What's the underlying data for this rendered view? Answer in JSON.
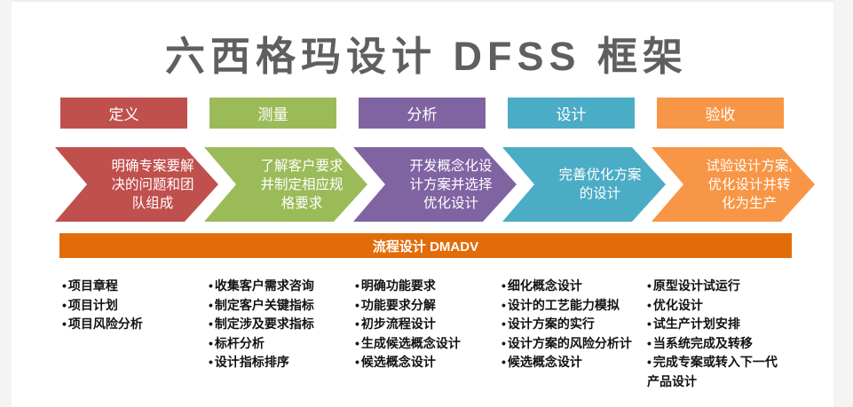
{
  "title": "六西格玛设计 DFSS 框架",
  "banner": {
    "label": "流程设计 DMADV",
    "color": "#e36c0a"
  },
  "colors": {
    "background": "#ffffff",
    "side_margin": "#f4f4f4",
    "title_text": "#5f5f5f",
    "task_text": "#121212"
  },
  "phases": [
    {
      "id": "define",
      "label": "定义",
      "color": "#c0504d",
      "arrow_lines": [
        "明确专案要解",
        "决的问题和团",
        "队组成"
      ],
      "tasks": [
        "项目章程",
        "项目计划",
        "项目风险分析"
      ]
    },
    {
      "id": "measure",
      "label": "测量",
      "color": "#9bbb59",
      "arrow_lines": [
        "了解客户要求",
        "并制定相应规",
        "格要求"
      ],
      "tasks": [
        "收集客户需求咨询",
        "制定客户关键指标",
        "制定涉及要求指标",
        "标杆分析",
        "设计指标排序"
      ]
    },
    {
      "id": "analyze",
      "label": "分析",
      "color": "#8064a2",
      "arrow_lines": [
        "开发概念化设",
        "计方案并选择",
        "优化设计"
      ],
      "tasks": [
        "明确功能要求",
        "功能要求分解",
        "初步流程设计",
        "生成候选概念设计",
        "候选概念设计"
      ]
    },
    {
      "id": "design",
      "label": "设计",
      "color": "#4bacc6",
      "arrow_lines": [
        "完善优化方案",
        "的设计"
      ],
      "tasks": [
        "细化概念设计",
        "设计的工艺能力模拟",
        "设计方案的实行",
        "设计方案的风险分析计",
        "候选概念设计"
      ]
    },
    {
      "id": "verify",
      "label": "验收",
      "color": "#f79646",
      "arrow_lines": [
        "试验设计方案,",
        "优化设计并转",
        "化为生产"
      ],
      "tasks": [
        "原型设计试运行",
        "优化设计",
        "试生产计划安排",
        "当系统完成及转移",
        "完成专案或转入下一代产品设计"
      ]
    }
  ]
}
